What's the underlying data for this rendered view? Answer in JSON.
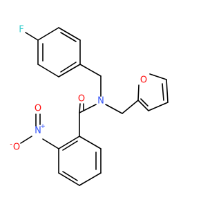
{
  "atoms": {
    "fluorine": {
      "label": "F",
      "color": "#33cccc"
    },
    "amide_nitrogen": {
      "label": "N",
      "color": "#3050f8"
    },
    "carbonyl_oxygen": {
      "label": "O",
      "color": "#ff0d0d"
    },
    "furan_oxygen": {
      "label": "O",
      "color": "#ff0d0d"
    },
    "nitro_nitrogen": {
      "label": "N",
      "charge": "+",
      "color": "#3050f8"
    },
    "nitro_oxygen_double": {
      "label": "O",
      "color": "#ff0d0d"
    },
    "nitro_oxygen_single": {
      "label": "O",
      "charge": "-",
      "color": "#ff0d0d"
    }
  },
  "bond_color": "#000000"
}
